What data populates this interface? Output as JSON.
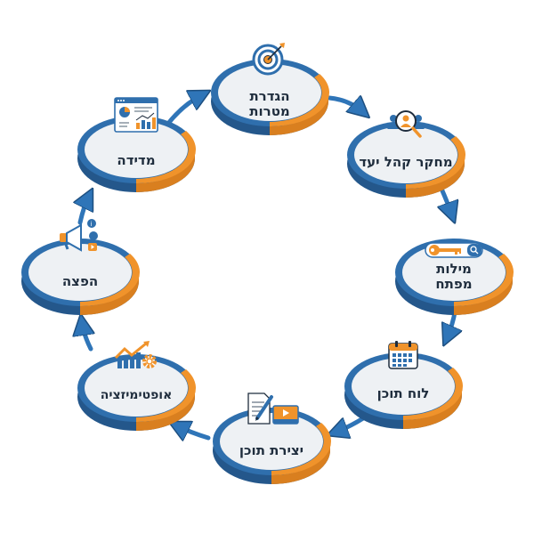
{
  "diagram": {
    "type": "cycle",
    "direction": "clockwise",
    "colors": {
      "ring_blue": "#2f6fad",
      "ring_blue_dark": "#24578b",
      "ring_orange": "#f0932b",
      "face": "#eef1f4",
      "text": "#1f2d3d",
      "arrow": "#2f75b8"
    },
    "steps": [
      {
        "id": "goals",
        "label_line1": "הגדרת",
        "label_line2": "מטרות",
        "icon": "target-icon"
      },
      {
        "id": "audience",
        "label_line1": "מחקר קהל יעד",
        "label_line2": "",
        "icon": "audience-search-icon"
      },
      {
        "id": "keywords",
        "label_line1": "מילות",
        "label_line2": "מפתח",
        "icon": "key-search-icon"
      },
      {
        "id": "calendar",
        "label_line1": "לוח תוכן",
        "label_line2": "",
        "icon": "calendar-icon"
      },
      {
        "id": "creation",
        "label_line1": "יצירת תוכן",
        "label_line2": "",
        "icon": "document-video-icon"
      },
      {
        "id": "optimization",
        "label_line1": "אופטימיזציה",
        "label_line2": "",
        "icon": "growth-gear-icon"
      },
      {
        "id": "distribution",
        "label_line1": "הפצה",
        "label_line2": "",
        "icon": "megaphone-icon"
      },
      {
        "id": "measurement",
        "label_line1": "מדידה",
        "label_line2": "",
        "icon": "analytics-dashboard-icon"
      }
    ]
  }
}
